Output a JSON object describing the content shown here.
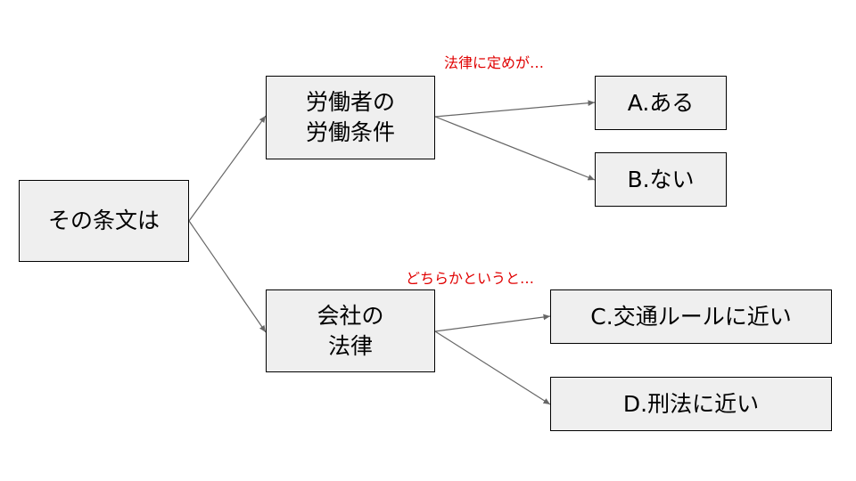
{
  "diagram": {
    "root": "その条文は",
    "branch_top": {
      "line1": "労働者の",
      "line2": "労働条件"
    },
    "branch_bottom": {
      "line1": "会社の",
      "line2": "法律"
    },
    "leaf_a": "A.ある",
    "leaf_b": "B.ない",
    "leaf_c": "C.交通ルールに近い",
    "leaf_d": "D.刑法に近い",
    "annotation_top": "法律に定めが…",
    "annotation_bottom": "どちらかというと…"
  },
  "colors": {
    "box_fill": "#efefef",
    "box_border": "#000000",
    "annotation": "#e00000",
    "connector": "#666666"
  }
}
